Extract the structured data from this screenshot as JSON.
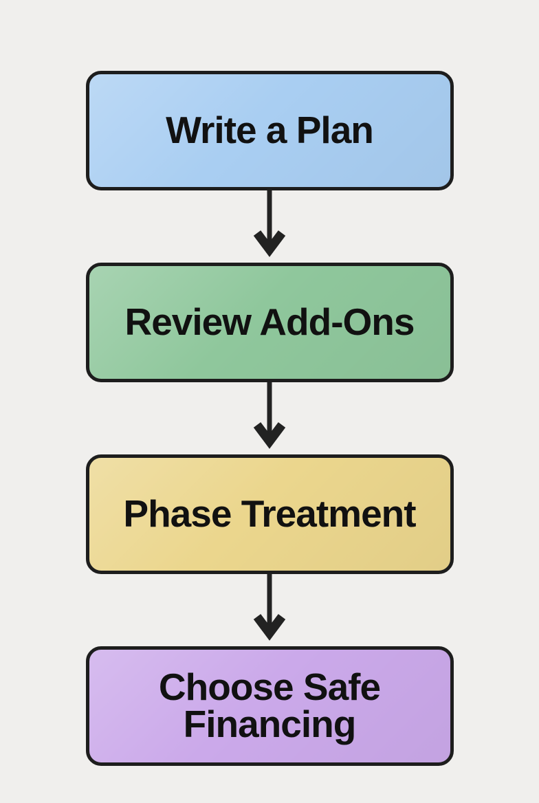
{
  "diagram": {
    "type": "flowchart",
    "direction": "top-down",
    "background_color": "#F0EFED",
    "border_color": "#1D1D1D",
    "arrow_color": "#222222",
    "text_color": "#111111",
    "steps": [
      {
        "label": "Write a Plan",
        "color": "#A9CEF2"
      },
      {
        "label": "Review Add-Ons",
        "color": "#8FC79C"
      },
      {
        "label": "Phase Treatment",
        "color": "#EBD68D"
      },
      {
        "label": "Choose Safe Financing",
        "color": "#CBA9EA"
      }
    ],
    "connections": [
      {
        "from": 0,
        "to": 1
      },
      {
        "from": 1,
        "to": 2
      },
      {
        "from": 2,
        "to": 3
      }
    ]
  }
}
